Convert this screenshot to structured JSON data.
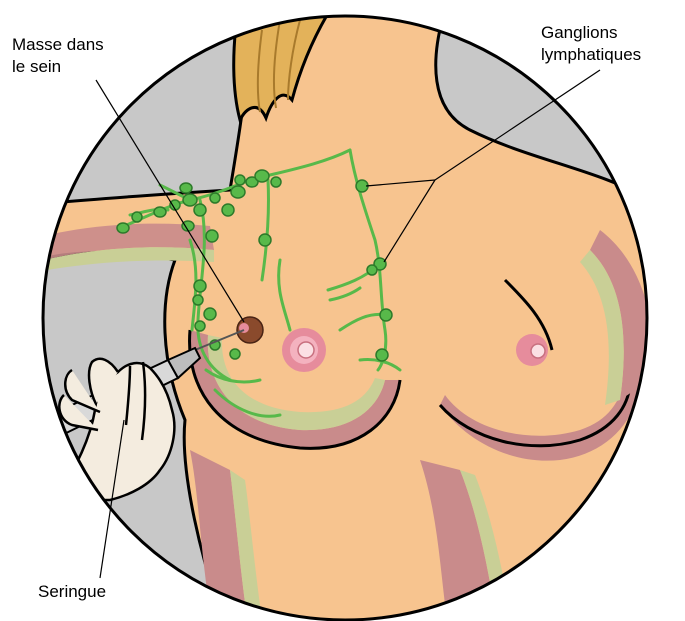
{
  "labels": {
    "mass": [
      "Masse dans",
      "le sein"
    ],
    "lymph_nodes": [
      "Ganglions",
      "lymphatiques"
    ],
    "syringe": "Seringue"
  },
  "colors": {
    "background": "#c8c8c8",
    "skin": "#f7c48f",
    "shadow_pink": "#c98b8b",
    "shadow_green": "#c9cf96",
    "hair": "#e3b25a",
    "lymph": "#58b94a",
    "lymph_dark": "#2d7a2a",
    "mass": "#8a4a2c",
    "areola": "#e68c9c",
    "glove": "#f4ecdf",
    "outline": "#000000"
  }
}
